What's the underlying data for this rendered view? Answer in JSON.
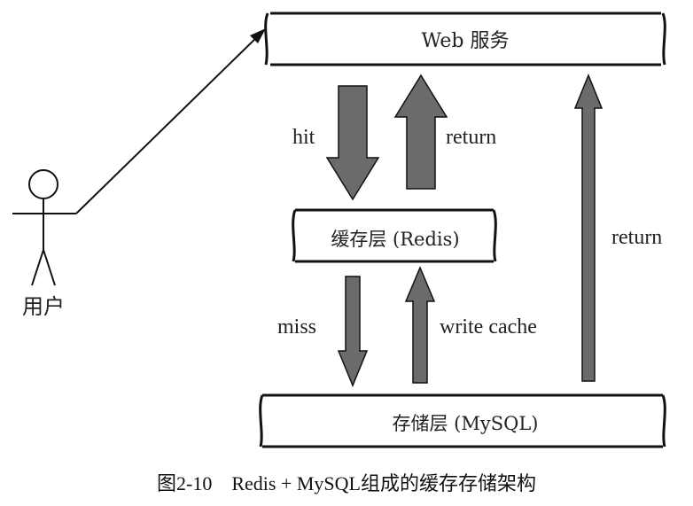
{
  "actor": {
    "label": "用户"
  },
  "boxes": {
    "web": "Web 服务",
    "cache": "缓存层 (Redis)",
    "storage": "存储层 (MySQL)"
  },
  "arrows": {
    "hit": "hit",
    "return_cache": "return",
    "miss": "miss",
    "write_cache": "write cache",
    "return_storage": "return"
  },
  "caption": "图2-10　Redis + MySQL组成的缓存存储架构",
  "colors": {
    "arrow_fill": "#6b6b6b",
    "line": "#111111"
  }
}
